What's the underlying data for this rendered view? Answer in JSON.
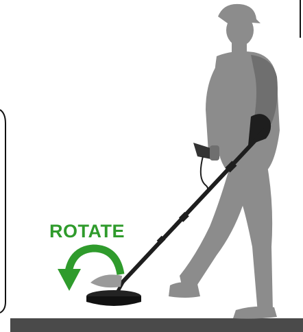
{
  "illustration": {
    "instruction_label": "ROTATE",
    "colors": {
      "silhouette": "#8c8c8c",
      "silhouette_dark": "#6f6f6f",
      "arm_brace": "#1e1e1e",
      "detector": "#232323",
      "arrow": "#2f9b2c",
      "ground": "#4a4a4a",
      "frame_line": "#111111"
    },
    "icons": [
      "person-silhouette",
      "metal-detector",
      "rotate-arrow-icon"
    ]
  }
}
